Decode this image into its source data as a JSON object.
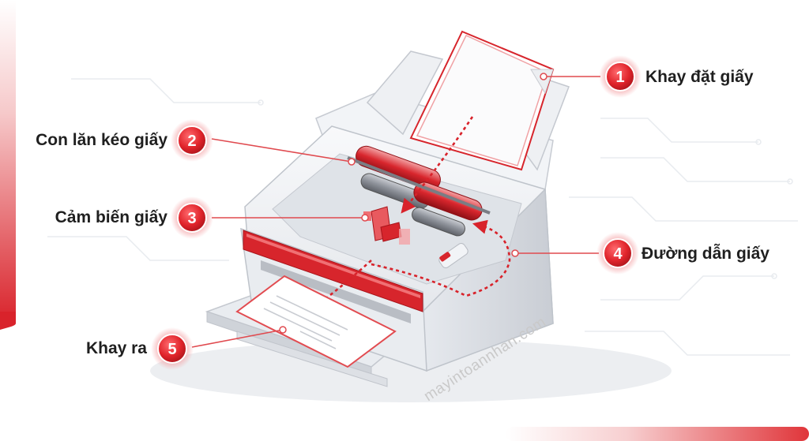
{
  "callouts": [
    {
      "number": "1",
      "label": "Khay đặt giấy"
    },
    {
      "number": "2",
      "label": "Con lăn kéo giấy"
    },
    {
      "number": "3",
      "label": "Cảm biến giấy"
    },
    {
      "number": "4",
      "label": "Đường dẫn giấy"
    },
    {
      "number": "5",
      "label": "Khay ra"
    }
  ],
  "watermark": "mayintoannhan.com",
  "colors": {
    "accent": "#e0242b",
    "accent_dark": "#b5121b",
    "leader": "#e04a4f",
    "body": "#eef0f3",
    "text": "#1f1f1f"
  }
}
